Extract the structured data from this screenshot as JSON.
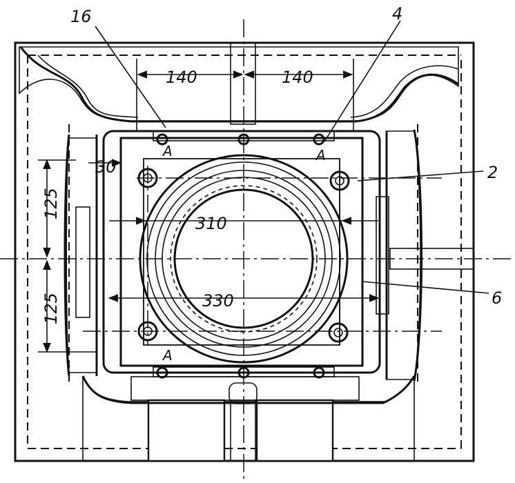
{
  "labels": {
    "part_16": "16",
    "part_4": "4",
    "part_2": "2",
    "part_6": "6",
    "dim_140_left": "140",
    "dim_140_right": "140",
    "dim_30": "30",
    "dim_125_top": "125",
    "dim_125_bottom": "125",
    "dim_310": "310",
    "dim_330": "330",
    "mark_a_left_top": "A",
    "mark_a_right_top": "A",
    "mark_a_left_bottom": "A"
  },
  "colors": {
    "ink": "#111111",
    "paper": "#ffffff"
  }
}
